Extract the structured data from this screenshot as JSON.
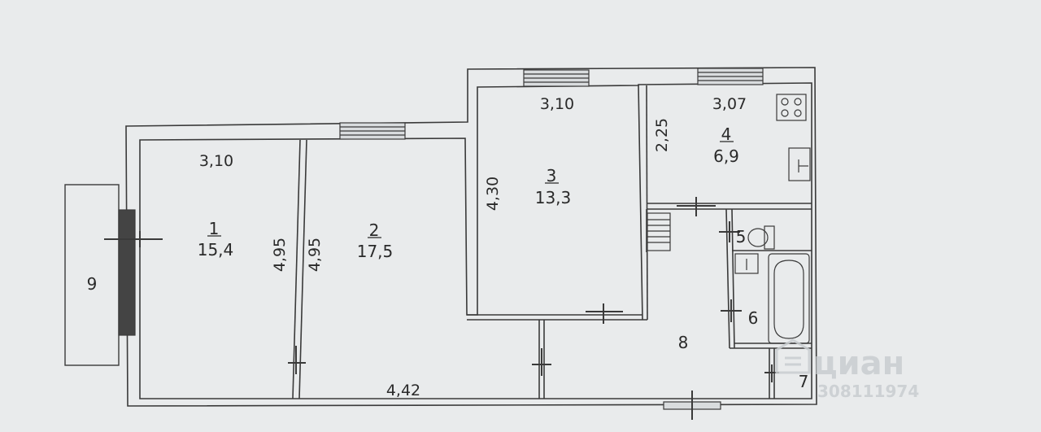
{
  "rooms": {
    "r1": {
      "number": "1",
      "area": "15,4"
    },
    "r2": {
      "number": "2",
      "area": "17,5"
    },
    "r3": {
      "number": "3",
      "area": "13,3"
    },
    "r4": {
      "number": "4",
      "area": "6,9"
    },
    "r5": {
      "number": "5"
    },
    "r6": {
      "number": "6"
    },
    "r7": {
      "number": "7"
    },
    "r8": {
      "number": "8"
    },
    "r9": {
      "number": "9"
    }
  },
  "dimensions": {
    "r1_width": "3,10",
    "r1_length": "4,95",
    "r2_length": "4,95",
    "r3_width": "3,10",
    "r3_length": "4,30",
    "r4_width": "3,07",
    "r4_length": "2,25",
    "bottom_length": "4,42"
  },
  "watermark": {
    "brand": "циан",
    "id": "308111974"
  },
  "colors": {
    "background": "#e9ebec",
    "line": "#3a3a3a",
    "watermark": "#c9cdd0"
  }
}
